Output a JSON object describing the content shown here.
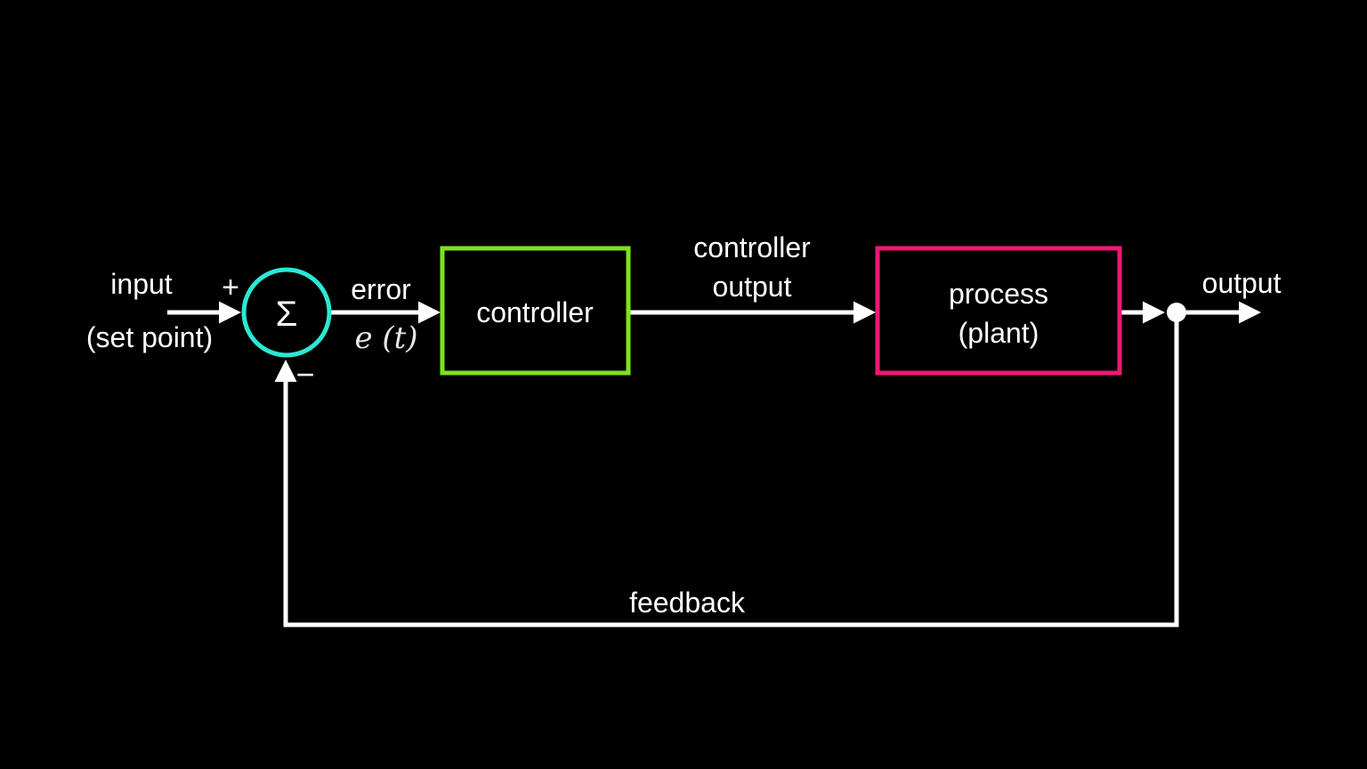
{
  "labels": {
    "input_line1": "input",
    "input_line2": "(set point)",
    "plus_sign": "+",
    "minus_sign": "−",
    "sum_symbol": "Σ",
    "error_label": "error",
    "error_signal": "e (t)",
    "controller_box": "controller",
    "controller_output_line1": "controller",
    "controller_output_line2": "output",
    "process_box_line1": "process",
    "process_box_line2": "(plant)",
    "output_label": "output",
    "feedback_label": "feedback"
  },
  "colors": {
    "background": "#000000",
    "connector": "#ffffff",
    "text": "#ffffff",
    "sum_junction_stroke": "#2be8d4",
    "controller_box_stroke": "#7de31c",
    "process_box_stroke": "#ee1873",
    "junction_node_fill": "#ffffff"
  }
}
